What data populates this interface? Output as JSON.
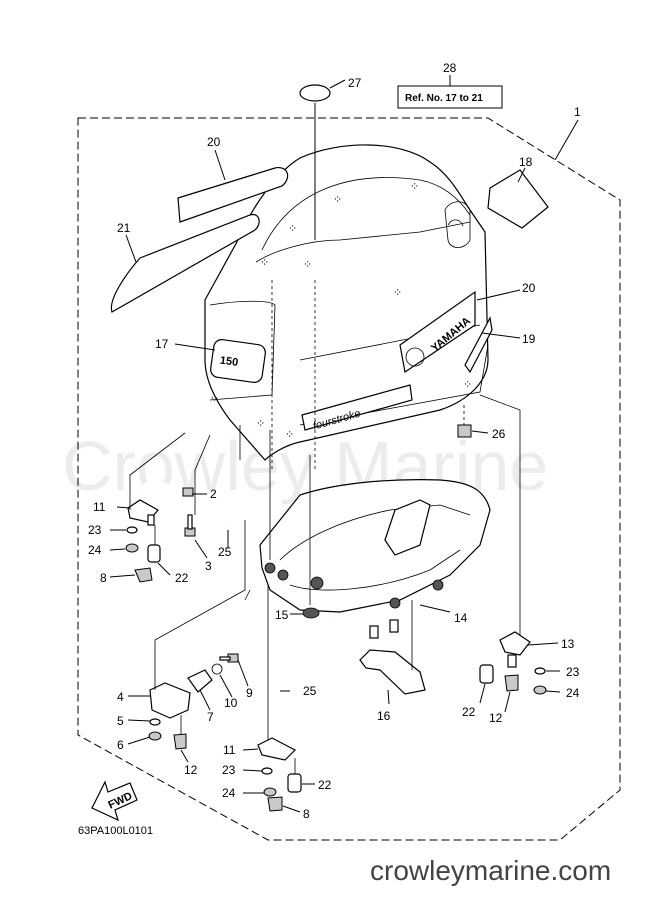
{
  "watermark": "Crowley Marine",
  "site_footer": "crowleymarine.com",
  "diagram_code": "63PA100L0101",
  "ref_box": "Ref. No. 17 to 21",
  "fwd_label": "FWD",
  "cowl_badges": {
    "model_number": "150",
    "brand": "YAMAHA",
    "fourstroke": "fourstroke"
  },
  "callouts": {
    "c1": "1",
    "c2": "2",
    "c3": "3",
    "c4": "4",
    "c5": "5",
    "c6": "6",
    "c7": "7",
    "c8a": "8",
    "c8b": "8",
    "c9": "9",
    "c10": "10",
    "c11a": "11",
    "c11b": "11",
    "c12a": "12",
    "c12b": "12",
    "c13": "13",
    "c14": "14",
    "c15": "15",
    "c16": "16",
    "c17": "17",
    "c18": "18",
    "c19": "19",
    "c20a": "20",
    "c20b": "20",
    "c21": "21",
    "c22a": "22",
    "c22b": "22",
    "c22c": "22",
    "c23a": "23",
    "c23b": "23",
    "c23c": "23",
    "c24a": "24",
    "c24b": "24",
    "c24c": "24",
    "c25a": "25",
    "c25b": "25",
    "c26": "26",
    "c27": "27",
    "c28": "28"
  }
}
